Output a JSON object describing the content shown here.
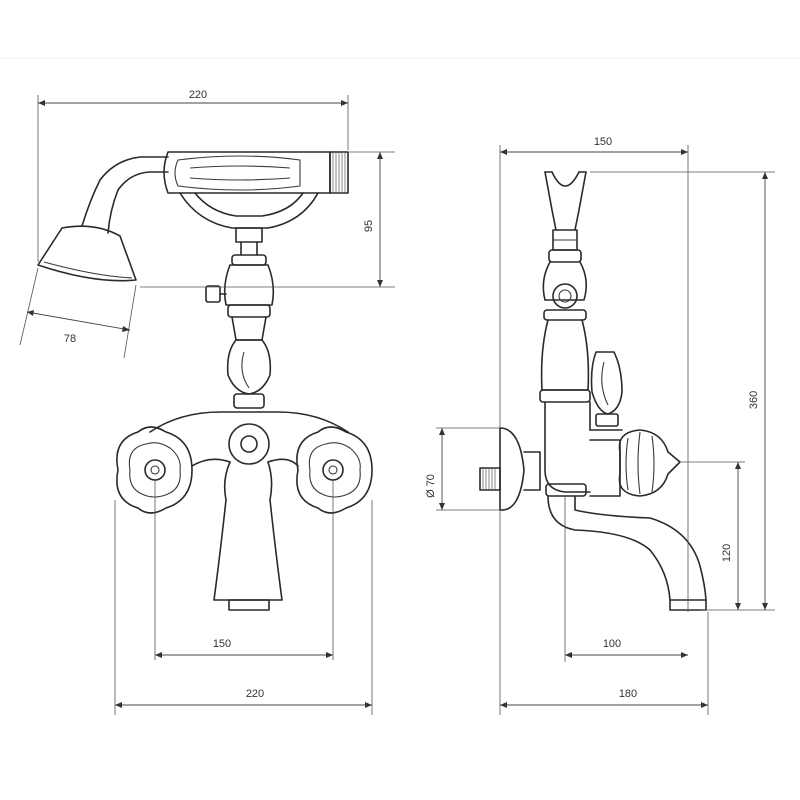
{
  "diagram": {
    "front_view": {
      "dim_top_width": "220",
      "dim_shower_height": "95",
      "dim_shower_head": "78",
      "dim_valve_spacing": "150",
      "dim_bottom_width": "220"
    },
    "side_view": {
      "dim_top": "150",
      "dim_total_height": "360",
      "dim_diameter": "Ø 70",
      "dim_spout_height": "120",
      "dim_spout_reach": "100",
      "dim_bottom_depth": "180"
    }
  }
}
